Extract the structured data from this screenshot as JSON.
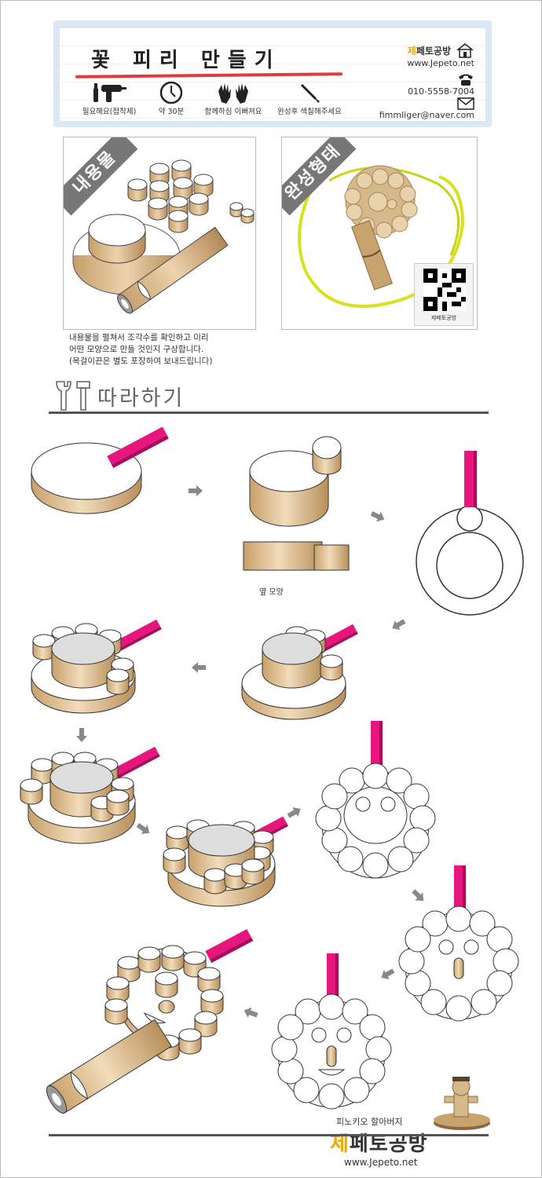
{
  "header": {
    "title": "꽃 피리 만들기",
    "tools": [
      {
        "label": "필요해요(접착제)",
        "icon": "glue-gun-icon"
      },
      {
        "label": "약 30분",
        "icon": "clock-icon"
      },
      {
        "label": "함께하심 이뻐져요",
        "icon": "hands-icon"
      },
      {
        "label": "완성후 색칠해주세요",
        "icon": "brush-icon"
      }
    ],
    "brand_name_accent": "제",
    "brand_name_rest": "페토공방",
    "brand_url": "www.Jepeto.net",
    "phone": "010-5558-7004",
    "email": "fimmliger@naver.com"
  },
  "photos": {
    "contents_label": "내용물",
    "complete_label": "완성형태",
    "qr_label": "제페토공방"
  },
  "description": [
    "내용물을 펼쳐서 조각수를 확인하고 미리",
    "어떤 모양으로 만들 것인지 구상합니다.",
    "(목걸이끈은  별도 포장하여 보내드립니다)"
  ],
  "section": {
    "title": "따라하기"
  },
  "steps": {
    "side_view_label": "옆 모양"
  },
  "footer": {
    "tagline": "피노키오 할아버지",
    "name_accent": "제",
    "name_rest": "페토공방",
    "url": "www.Jepeto.net"
  },
  "colors": {
    "wood": "#d9b78a",
    "wood_dark": "#b8925f",
    "pink": "#e8157f",
    "accent_red": "#e23b3b",
    "brand_yellow": "#f2a900",
    "cord": "#d7e21c"
  }
}
